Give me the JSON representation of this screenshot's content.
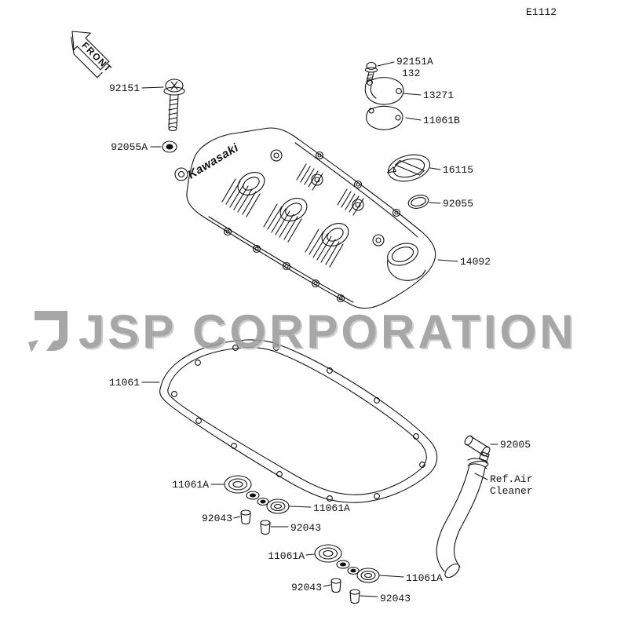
{
  "diagram": {
    "code": "E1112",
    "front_label": "FRONT",
    "brand": "Kawasaki",
    "watermark": "JSP CORPORATION",
    "line_color": "#111111",
    "watermark_color": "#9b9b9b",
    "title": "Cylinder Head Cover parts diagram"
  },
  "labels": [
    {
      "id": "92151",
      "text": "92151"
    },
    {
      "id": "92055A",
      "text": "92055A"
    },
    {
      "id": "92151A",
      "text": "92151A"
    },
    {
      "id": "132",
      "text": "132"
    },
    {
      "id": "13271",
      "text": "13271"
    },
    {
      "id": "11061B",
      "text": "11061B"
    },
    {
      "id": "16115",
      "text": "16115"
    },
    {
      "id": "92055",
      "text": "92055"
    },
    {
      "id": "14092",
      "text": "14092"
    },
    {
      "id": "11061",
      "text": "11061"
    },
    {
      "id": "92005",
      "text": "92005"
    },
    {
      "id": "ref-air-cleaner",
      "text": "Ref.Air\nCleaner"
    },
    {
      "id": "11061A-1",
      "text": "11061A"
    },
    {
      "id": "11061A-2",
      "text": "11061A"
    },
    {
      "id": "92043-1",
      "text": "92043"
    },
    {
      "id": "92043-2",
      "text": "92043"
    },
    {
      "id": "11061A-3",
      "text": "11061A"
    },
    {
      "id": "11061A-4",
      "text": "11061A"
    },
    {
      "id": "92043-3",
      "text": "92043"
    },
    {
      "id": "92043-4",
      "text": "92043"
    }
  ]
}
